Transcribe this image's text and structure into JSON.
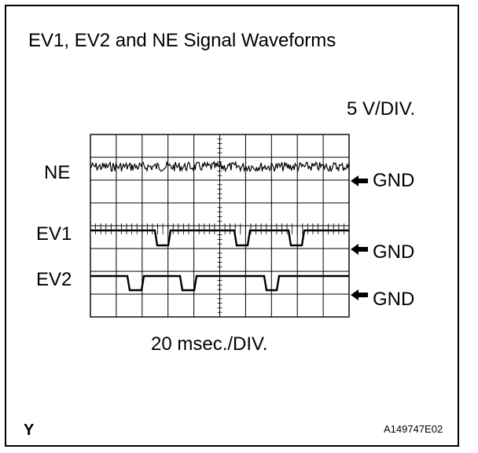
{
  "title": "EV1, EV2 and NE Signal Waveforms",
  "voltage_div": "5 V/DIV.",
  "time_div": "20 msec./DIV.",
  "channels": [
    {
      "label": "NE",
      "ground": "GND"
    },
    {
      "label": "EV1",
      "ground": "GND"
    },
    {
      "label": "EV2",
      "ground": "GND"
    }
  ],
  "corner_mark": "Y",
  "figure_code": "A149747E02",
  "icons": {
    "ground_marker": "arrow-left-icon"
  },
  "colors": {
    "line": "#000000",
    "background": "#ffffff"
  }
}
